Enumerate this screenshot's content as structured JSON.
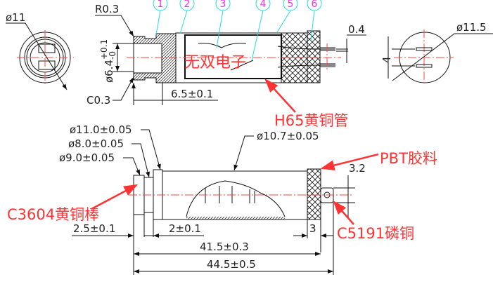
{
  "colors": {
    "annotation": "#ff3333",
    "centerline": "#ff4444",
    "balloon": "#22dddd",
    "balloon_number": "#ee33ee",
    "line": "#111111"
  },
  "top_view": {
    "end_diameter": "ø11",
    "fillet": "R0.3",
    "chamfer": "C0.3",
    "bore": "ø6.4",
    "bore_tol_upper": "+0.1",
    "bore_tol_lower": "-0",
    "length": "6.5±0.1",
    "pin_thickness": "0.4",
    "watermark": "无双电子",
    "balloons": [
      "1",
      "2",
      "3",
      "4",
      "5",
      "6"
    ],
    "right_diameter": "ø11.5",
    "pin_spacing": "4"
  },
  "bottom_view": {
    "d1": "ø11.0±0.05",
    "d2": "ø8.0±0.05",
    "d3": "ø9.0±0.05",
    "tube_diameter": "ø10.7±0.05",
    "dim_a": "2.5±0.1",
    "dim_b": "2±0.1",
    "dim_c": "3",
    "dim_d": "3.2",
    "length_1": "41.5±0.3",
    "length_2": "44.5±0.5"
  },
  "materials": {
    "tube": "H65黄铜管",
    "insulator": "PBT胶料",
    "rod": "C3604黄铜棒",
    "contact": "C5191磷铜"
  }
}
